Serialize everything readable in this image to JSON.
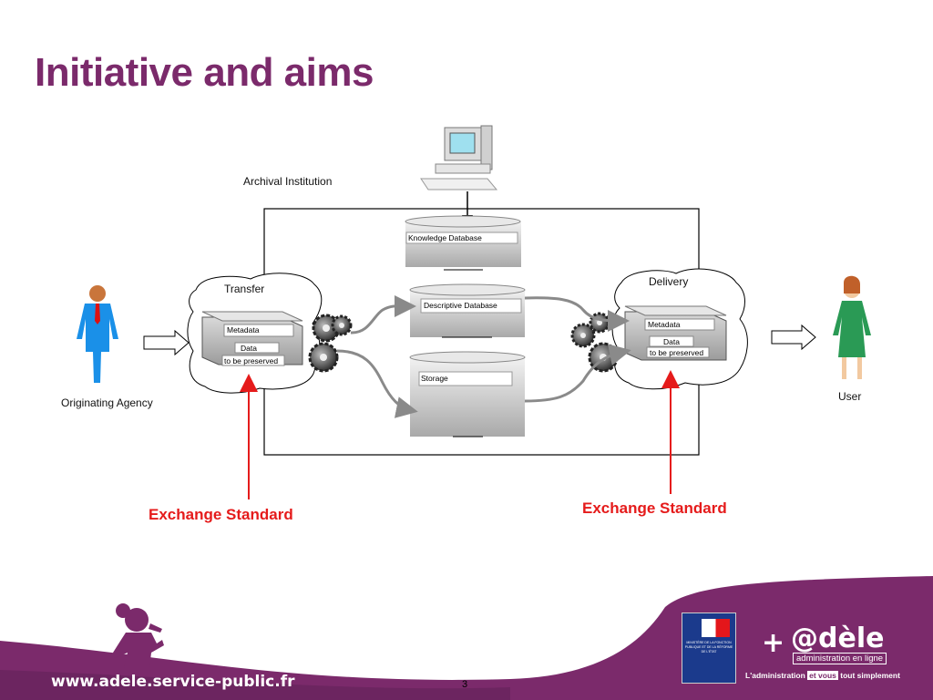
{
  "slide": {
    "title": "Initiative and aims",
    "page_number": "3"
  },
  "diagram": {
    "archival_institution": "Archival Institution",
    "originating_agency": "Originating Agency",
    "user": "User",
    "transfer": "Transfer",
    "delivery": "Delivery",
    "knowledge_db": "Knowledge Database",
    "descriptive_db": "Descriptive Database",
    "storage": "Storage",
    "transfer_metadata": "Metadata",
    "transfer_data": "Data",
    "transfer_preserved": "to be preserved",
    "delivery_metadata": "Metadata",
    "delivery_data": "Data",
    "delivery_preserved": "to be preserved",
    "exchange_left": "Exchange Standard",
    "exchange_right": "Exchange Standard"
  },
  "footer": {
    "url": "www.adele.service-public.fr",
    "brand_plus": "+",
    "brand_name": "@dèle",
    "brand_sub": "administration en ligne",
    "tagline_pre": "L'administration ",
    "tagline_hl": "et vous",
    "tagline_post": " tout simplement",
    "ministry_text": "MINISTÈRE DE LA FONCTION PUBLIQUE ET DE LA RÉFORME DE L'ÉTAT"
  },
  "colors": {
    "brand_purple": "#7b2a6b",
    "exchange_red": "#e51b1b"
  }
}
